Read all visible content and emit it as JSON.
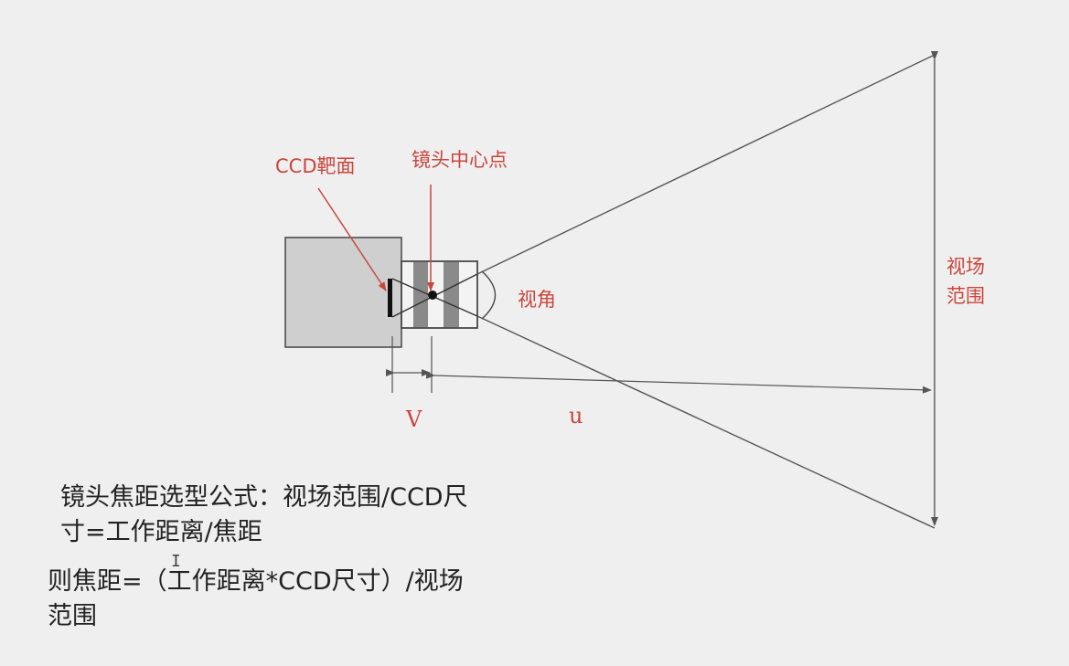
{
  "colors": {
    "background": "#efefef",
    "camera_body": "#cfcfcf",
    "outline": "#444444",
    "annotation": "#c9463d",
    "text": "#222222"
  },
  "labels": {
    "ccd_target": "CCD靶面",
    "lens_center": "镜头中心点",
    "view_angle": "视角",
    "field_of_view": [
      "视场",
      "范围"
    ],
    "image_distance": "V",
    "working_distance": "u"
  },
  "formulas": {
    "selection": "镜头焦距选型公式：视场范围/CCD尺寸=工作距离/焦距",
    "focal_length": "则焦距=（工作距离*CCD尺寸）/视场范围"
  },
  "cursor_glyph": "I"
}
